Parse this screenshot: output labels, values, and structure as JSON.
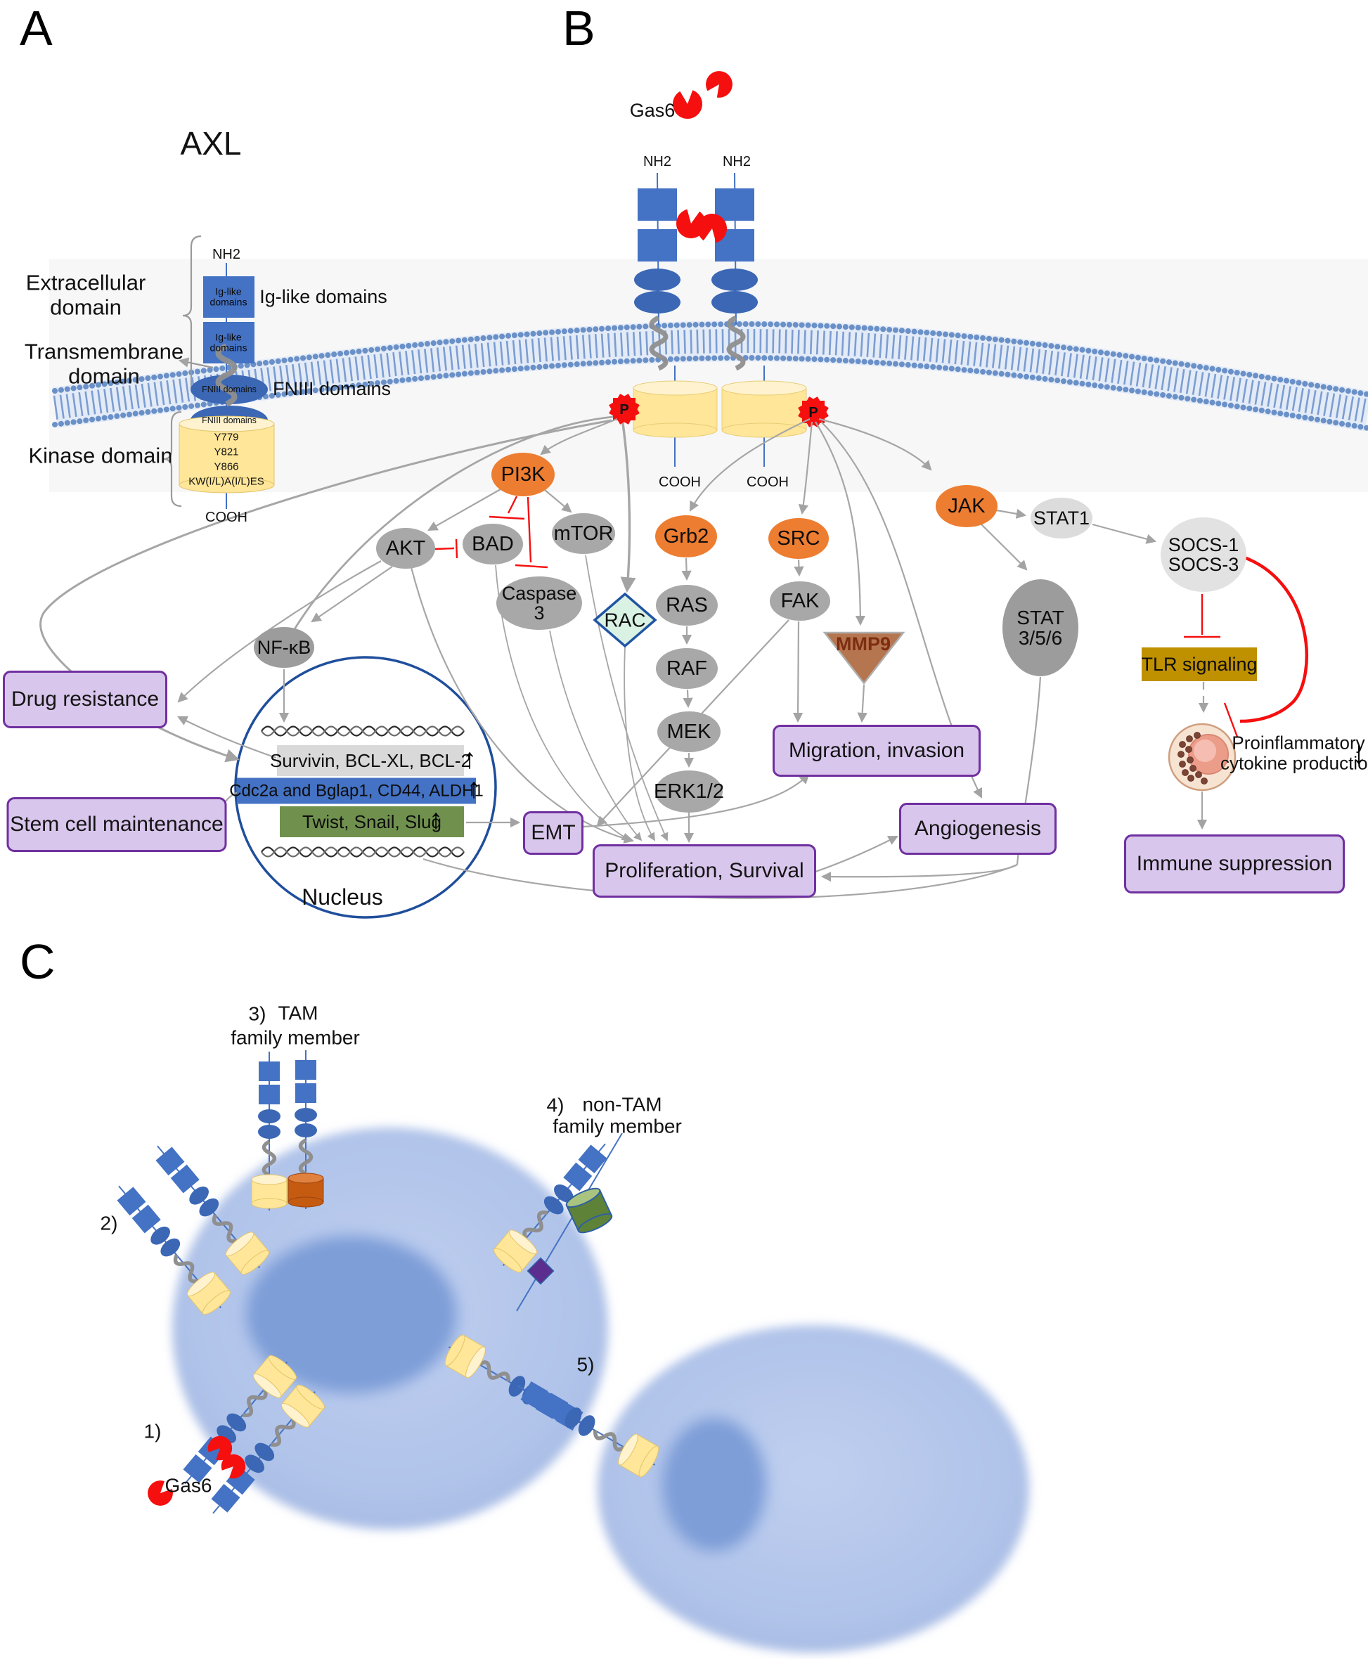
{
  "colors": {
    "receptor_blue": "#4472C4",
    "kinase_yellow": "#FFE699",
    "node_orange": "#ED7D31",
    "node_gray": "#A8A8A8",
    "outcome_purple_fill": "#D9C6EC",
    "outcome_purple_border": "#7030A0",
    "tlr_olive": "#BF9000",
    "gas6_red": "#F50F0F",
    "gene_blue": "#4472C4",
    "gene_green": "#70914E",
    "nucleus_border": "#1F4E9C",
    "mmp9_brown": "#B5764F"
  },
  "a": {
    "panel": "A",
    "title": "AXL",
    "nh2": "NH2",
    "cooh": "COOH",
    "ig_box1": "Ig-like domains",
    "ig_box2": "Ig-like domains",
    "ig_label": "Ig-like domains",
    "fn_box1": "FNIII domains",
    "fn_box2": "FNIII domains",
    "fn_label": "FNIII domains",
    "extracellular": "Extracellular domain",
    "transmembrane": "Transmembrane domain",
    "kinase": "Kinase domain",
    "site1": "Y779",
    "site2": "Y821",
    "site3": "Y866",
    "site4": "KW(I/L)A(I/L)ES"
  },
  "b": {
    "panel": "B",
    "gas6": "Gas6",
    "nh2_left": "NH2",
    "nh2_right": "NH2",
    "cooh_left": "COOH",
    "cooh_right": "COOH",
    "p_left": "P",
    "p_right": "P",
    "pi3k": "PI3K",
    "akt": "AKT",
    "bad": "BAD",
    "mtor": "mTOR",
    "caspase_1": "Caspase",
    "caspase_2": "3",
    "rac": "RAC",
    "grb2": "Grb2",
    "ras": "RAS",
    "raf": "RAF",
    "mek": "MEK",
    "erk": "ERK1/2",
    "src": "SRC",
    "fak": "FAK",
    "mmp9": "MMP9",
    "jak": "JAK",
    "stat1": "STAT1",
    "stat356_1": "STAT",
    "stat356_2": "3/5/6",
    "socs_1": "SOCS-1",
    "socs_2": "SOCS-3",
    "nfkb": "NF-κB",
    "tlr": "TLR signaling",
    "drug_resistance": "Drug resistance",
    "stem_cell": "Stem cell maintenance",
    "emt": "EMT",
    "migration": "Migration, invasion",
    "angiogenesis": "Angiogenesis",
    "proliferation": "Proliferation, Survival",
    "immune": "Immune suppression",
    "gene_survivin": "Survivin, BCL-XL, BCL-2",
    "gene_cdc2a": "Cdc2a and Bglap1, CD44, ALDH1",
    "gene_twist": "Twist, Snail, Slug",
    "nucleus": "Nucleus",
    "proinflammatory_1": "Proinflammatory",
    "proinflammatory_2": "cytokine production",
    "up_arrow": "↑",
    "down_arrow": "↓"
  },
  "c": {
    "panel": "C",
    "n1": "1)",
    "n2": "2)",
    "n3": "3)",
    "n4": "4)",
    "n5": "5)",
    "gas6": "Gas6",
    "tam_1": "TAM",
    "tam_2": "family member",
    "nontam_1": "non-TAM",
    "nontam_2": "family member"
  }
}
